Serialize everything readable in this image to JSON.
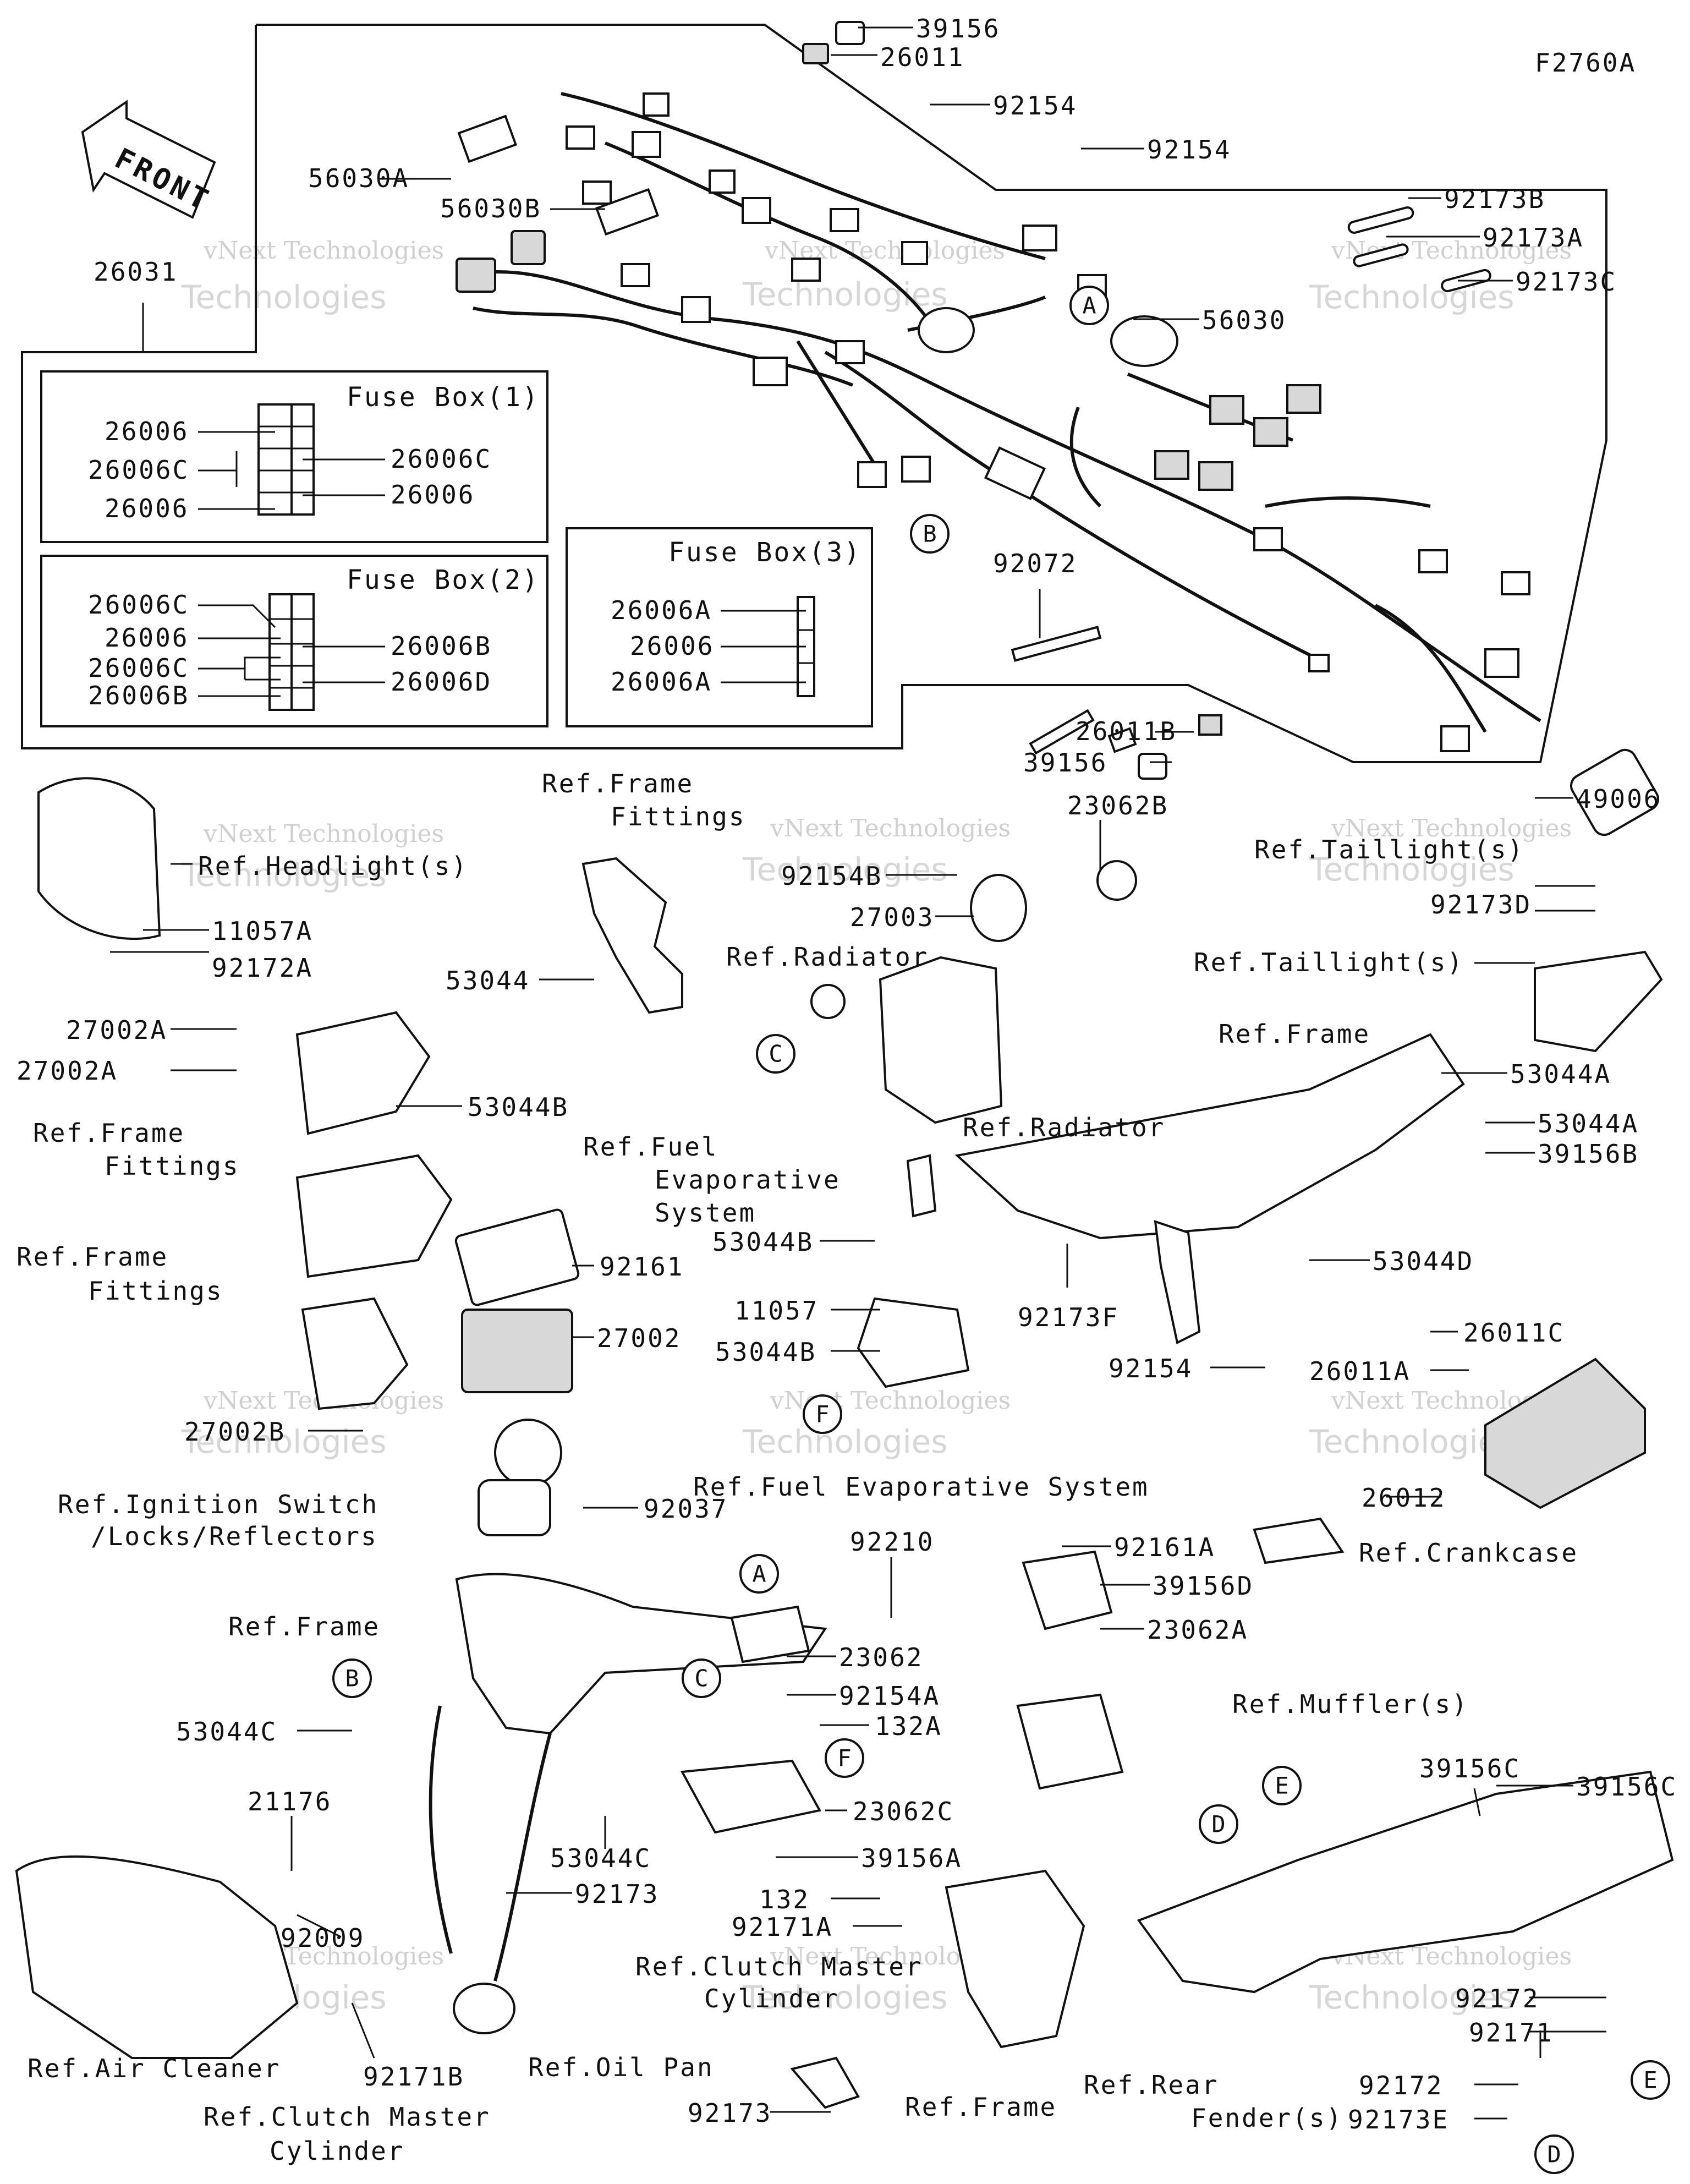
{
  "figure_id": "F2760A",
  "front_arrow": "FRONT",
  "watermark": {
    "line1": "vNext Technologies",
    "line2": "vNext",
    "line3": "Technologies"
  },
  "fuse_boxes": [
    {
      "title": "Fuse Box(1)",
      "left": [
        "26006",
        "26006C",
        "26006"
      ],
      "right": [
        "26006C",
        "26006"
      ]
    },
    {
      "title": "Fuse Box(2)",
      "left": [
        "26006C",
        "26006",
        "26006C",
        "26006B"
      ],
      "right": [
        "26006B",
        "26006D"
      ]
    },
    {
      "title": "Fuse Box(3)",
      "left": [
        "26006A",
        "26006",
        "26006A"
      ],
      "right": []
    }
  ],
  "part_labels": [
    "39156",
    "26011",
    "92154",
    "92154",
    "56030A",
    "56030B",
    "92173B",
    "92173A",
    "92173C",
    "26031",
    "56030",
    "92072",
    "26011B",
    "39156",
    "49006",
    "23062B",
    "92154B",
    "27003",
    "92173D",
    "11057A",
    "92172A",
    "53044",
    "27002A",
    "27002A",
    "53044B",
    "53044A",
    "53044A",
    "39156B",
    "53044B",
    "53044D",
    "92161",
    "27002",
    "11057",
    "53044B",
    "92173F",
    "26011C",
    "92154",
    "26011A",
    "27002B",
    "26012",
    "92037",
    "92210",
    "92161A",
    "39156D",
    "23062",
    "92154A",
    "23062A",
    "53044C",
    "132A",
    "23062C",
    "39156C",
    "39156C",
    "21176",
    "53044C",
    "92173",
    "39156A",
    "132",
    "92171A",
    "92009",
    "92172",
    "92171",
    "92171B",
    "92173",
    "92172",
    "92173E"
  ],
  "ref_labels": [
    "Ref.Headlight(s)",
    "Ref.Frame",
    "Fittings",
    "Ref.Radiator",
    "Ref.Radiator",
    "Ref.Taillight(s)",
    "Ref.Taillight(s)",
    "Ref.Frame",
    "Fittings",
    "Ref.Fuel",
    "Evaporative",
    "System",
    "Ref.Frame",
    "Ref.Frame",
    "Fittings",
    "Ref.Fuel Evaporative System",
    "Ref.Crankcase",
    "Ref.Ignition Switch",
    "/Locks/Reflectors",
    "Ref.Frame",
    "Ref.Muffler(s)",
    "Ref.Clutch Master",
    "Cylinder",
    "Ref.Air Cleaner",
    "Ref.Oil Pan",
    "Ref.Frame",
    "Ref.Rear",
    "Fender(s)",
    "Ref.Clutch Master",
    "Cylinder"
  ],
  "callouts": [
    "A",
    "B",
    "C",
    "F",
    "A",
    "B",
    "C",
    "F",
    "D",
    "E",
    "D",
    "E"
  ]
}
